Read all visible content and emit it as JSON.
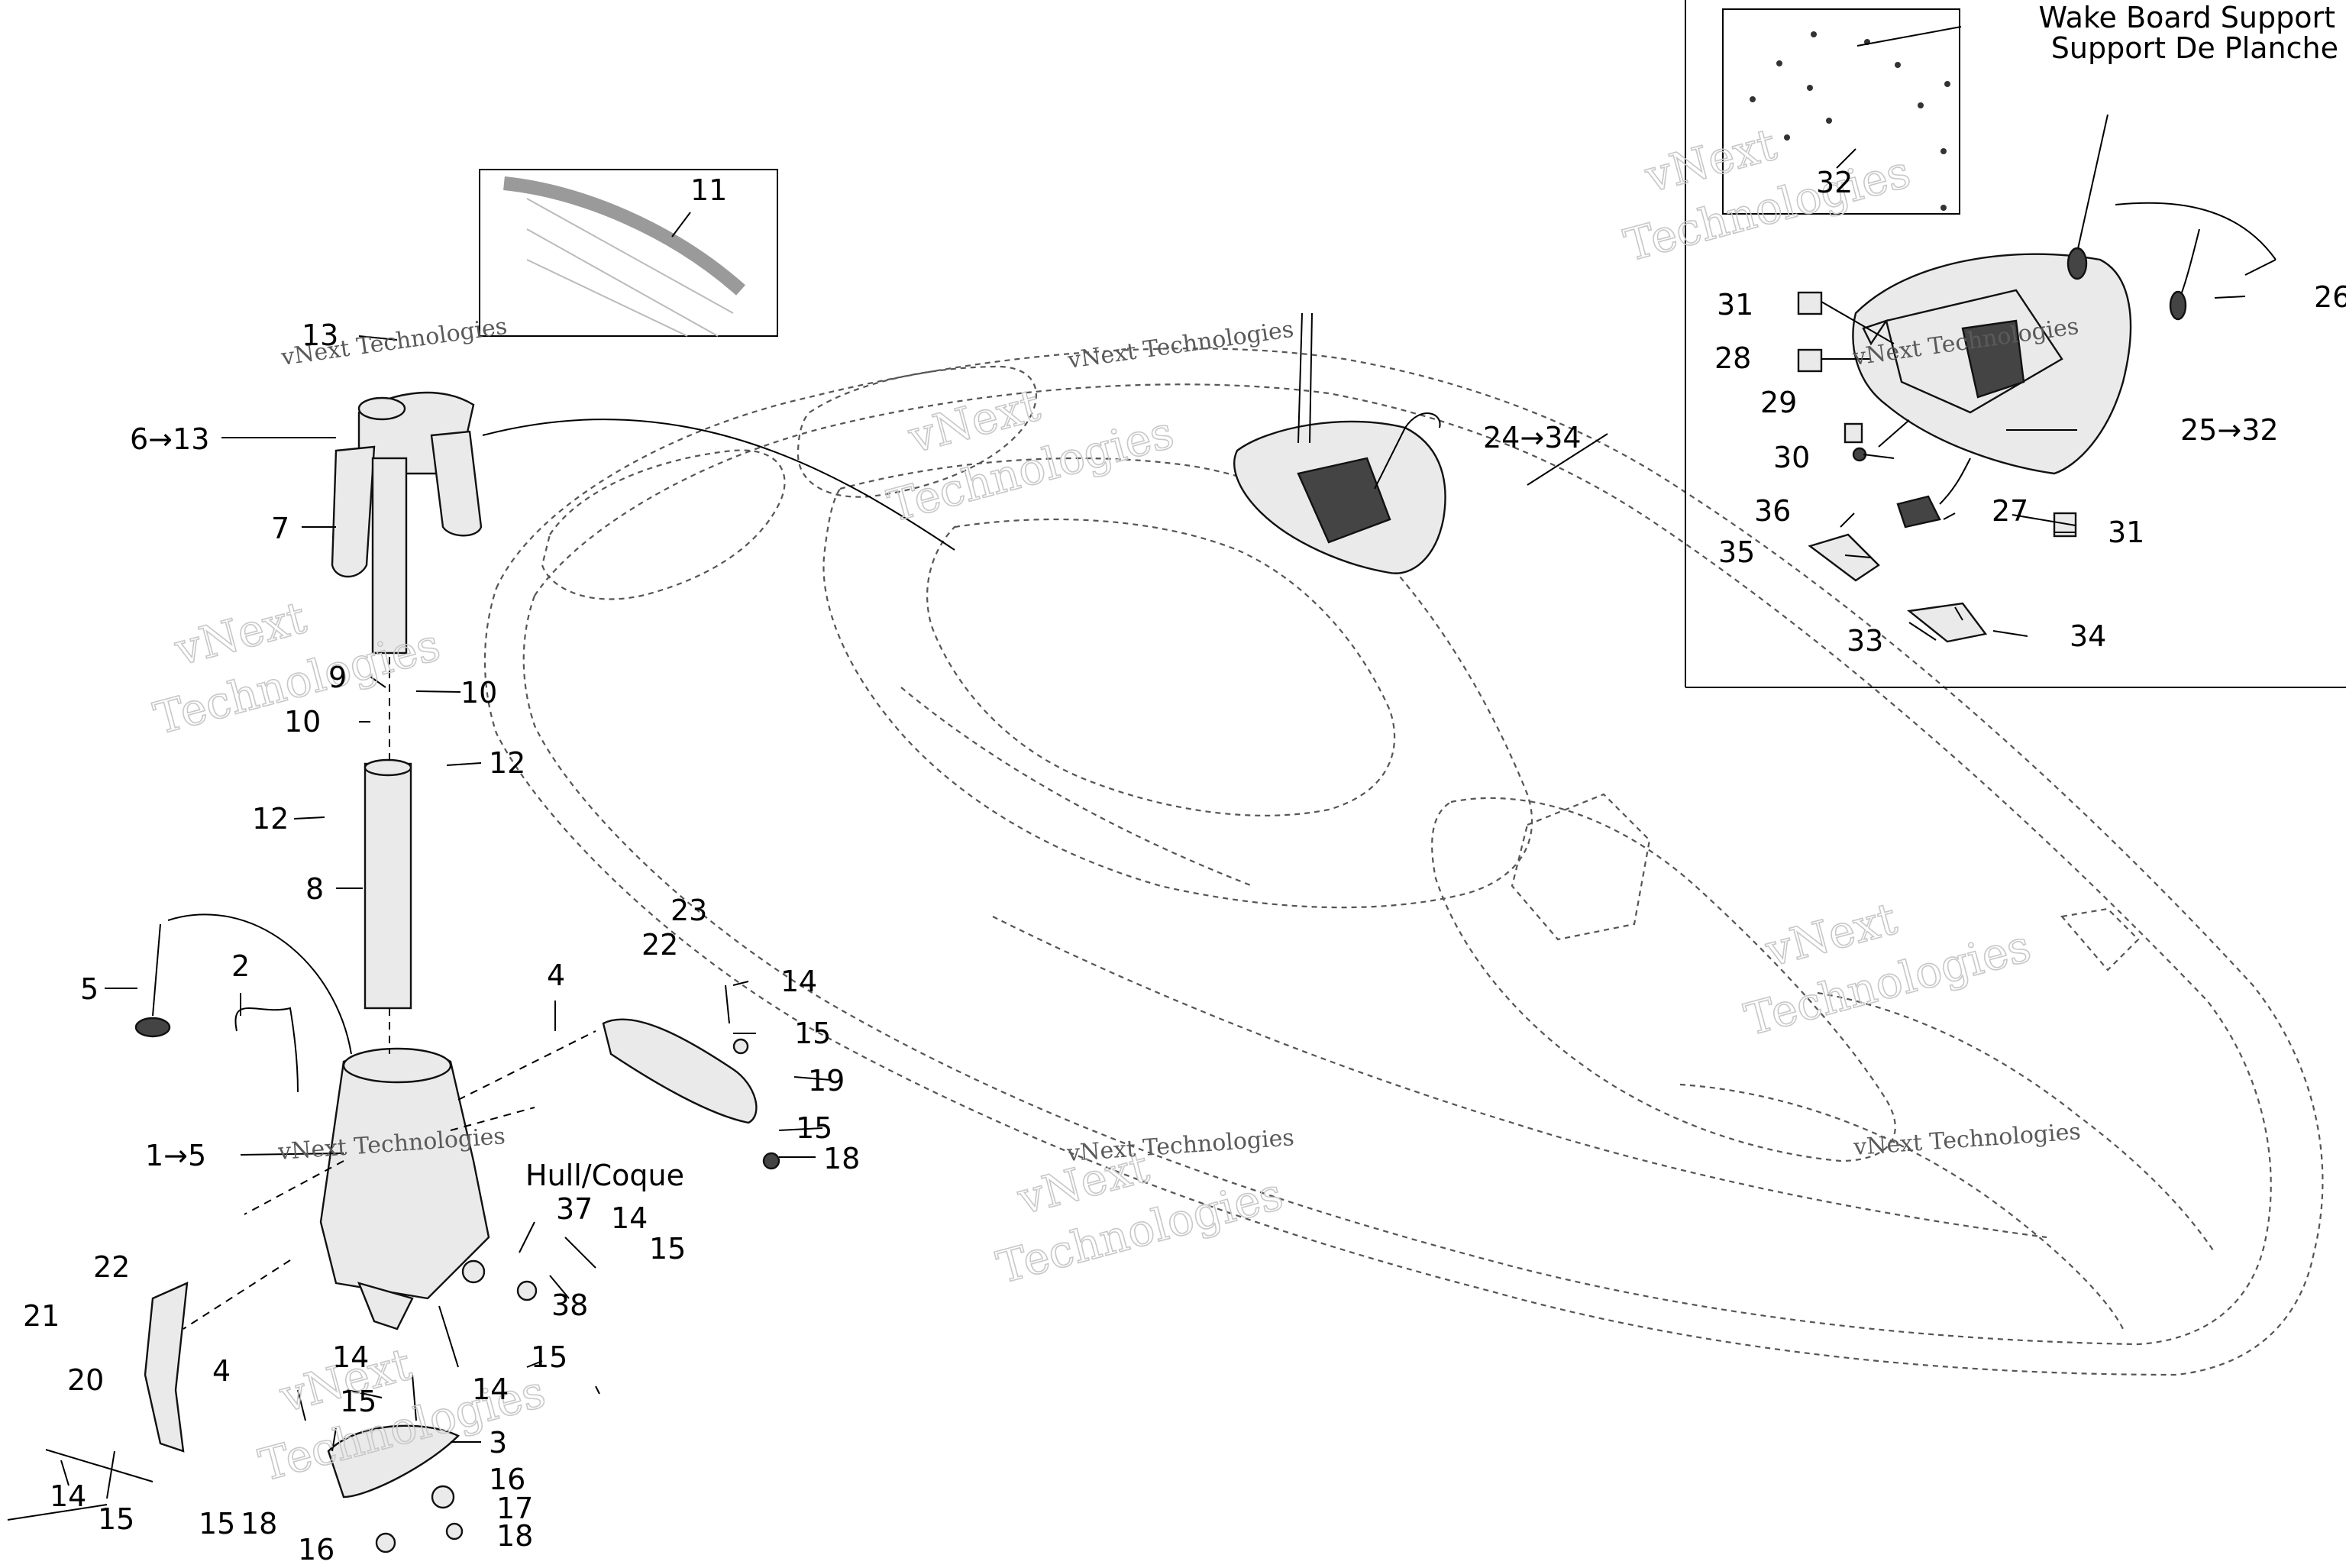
{
  "inset": {
    "title_line1": "Wake Board Support",
    "title_line2": "Support De Planche"
  },
  "hull_label": "Hull/Coque",
  "watermark": {
    "brand": "vNext",
    "company": "vNext Technologies",
    "line": "Technologies"
  },
  "callouts": [
    "11",
    "13",
    "6→13",
    "7",
    "9",
    "10",
    "10",
    "12",
    "12",
    "8",
    "5",
    "2",
    "4",
    "1→5",
    "22",
    "23",
    "14",
    "15",
    "19",
    "15",
    "18",
    "37",
    "14",
    "15",
    "38",
    "15",
    "21",
    "22",
    "20",
    "4",
    "14",
    "14",
    "15",
    "3",
    "14",
    "15",
    "15",
    "18",
    "16",
    "17",
    "16",
    "18",
    "24→34",
    "32",
    "26",
    "31",
    "28",
    "29",
    "30",
    "25→32",
    "36",
    "27",
    "35",
    "31",
    "33",
    "34"
  ]
}
